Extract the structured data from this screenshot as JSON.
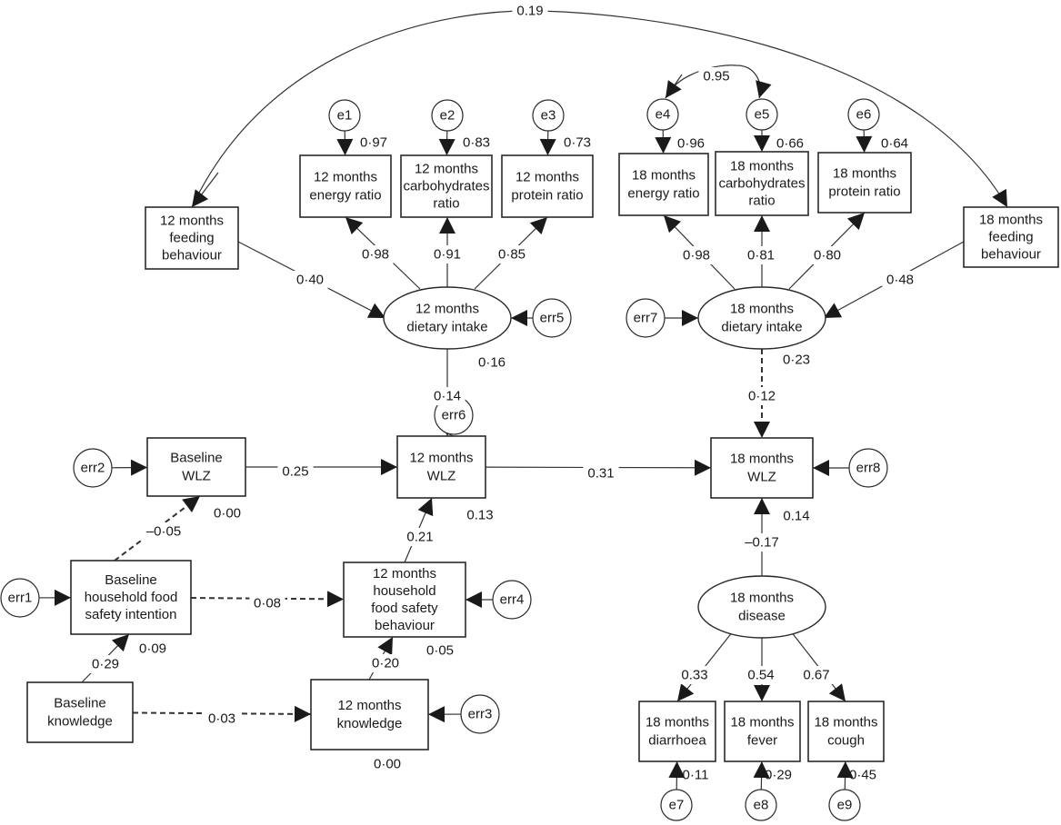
{
  "nodes": [
    {
      "id": "fb12",
      "shape": "box",
      "lines": [
        "12 months",
        "feeding",
        "behaviour"
      ]
    },
    {
      "id": "er12",
      "shape": "box",
      "lines": [
        "12 months",
        "energy ratio"
      ]
    },
    {
      "id": "cr12",
      "shape": "box",
      "lines": [
        "12 months",
        "carbohydrates",
        "ratio"
      ]
    },
    {
      "id": "pr12",
      "shape": "box",
      "lines": [
        "12 months",
        "protein ratio"
      ]
    },
    {
      "id": "er18",
      "shape": "box",
      "lines": [
        "18 months",
        "energy ratio"
      ]
    },
    {
      "id": "cr18",
      "shape": "box",
      "lines": [
        "18 months",
        "carbohydrates",
        "ratio"
      ]
    },
    {
      "id": "pr18",
      "shape": "box",
      "lines": [
        "18 months",
        "protein ratio"
      ]
    },
    {
      "id": "fb18",
      "shape": "box",
      "lines": [
        "18 months",
        "feeding",
        "behaviour"
      ]
    },
    {
      "id": "di12",
      "shape": "ellipse",
      "lines": [
        "12 months",
        "dietary intake"
      ]
    },
    {
      "id": "di18",
      "shape": "ellipse",
      "lines": [
        "18 months",
        "dietary intake"
      ]
    },
    {
      "id": "bwlz",
      "shape": "box",
      "lines": [
        "Baseline",
        "WLZ"
      ]
    },
    {
      "id": "wlz12",
      "shape": "box",
      "lines": [
        "12 months",
        "WLZ"
      ]
    },
    {
      "id": "wlz18",
      "shape": "box",
      "lines": [
        "18 months",
        "WLZ"
      ]
    },
    {
      "id": "bfsi",
      "shape": "box",
      "lines": [
        "Baseline",
        "household food",
        "safety intention"
      ]
    },
    {
      "id": "fsb12",
      "shape": "box",
      "lines": [
        "12 months",
        "household",
        "food safety",
        "behaviour"
      ]
    },
    {
      "id": "bk",
      "shape": "box",
      "lines": [
        "Baseline",
        "knowledge"
      ]
    },
    {
      "id": "k12",
      "shape": "box",
      "lines": [
        "12 months",
        "knowledge"
      ]
    },
    {
      "id": "dis18",
      "shape": "ellipse",
      "lines": [
        "18 months",
        "disease"
      ]
    },
    {
      "id": "dia18",
      "shape": "box",
      "lines": [
        "18 months",
        "diarrhoea"
      ]
    },
    {
      "id": "fev18",
      "shape": "box",
      "lines": [
        "18 months",
        "fever"
      ]
    },
    {
      "id": "cou18",
      "shape": "box",
      "lines": [
        "18 months",
        "cough"
      ]
    },
    {
      "id": "e1",
      "shape": "circle",
      "lines": [
        "e1"
      ]
    },
    {
      "id": "e2",
      "shape": "circle",
      "lines": [
        "e2"
      ]
    },
    {
      "id": "e3",
      "shape": "circle",
      "lines": [
        "e3"
      ]
    },
    {
      "id": "e4",
      "shape": "circle",
      "lines": [
        "e4"
      ]
    },
    {
      "id": "e5",
      "shape": "circle",
      "lines": [
        "e5"
      ]
    },
    {
      "id": "e6",
      "shape": "circle",
      "lines": [
        "e6"
      ]
    },
    {
      "id": "e7",
      "shape": "circle",
      "lines": [
        "e7"
      ]
    },
    {
      "id": "e8",
      "shape": "circle",
      "lines": [
        "e8"
      ]
    },
    {
      "id": "e9",
      "shape": "circle",
      "lines": [
        "e9"
      ]
    },
    {
      "id": "err1",
      "shape": "circle",
      "lines": [
        "err1"
      ]
    },
    {
      "id": "err2",
      "shape": "circle",
      "lines": [
        "err2"
      ]
    },
    {
      "id": "err3",
      "shape": "circle",
      "lines": [
        "err3"
      ]
    },
    {
      "id": "err4",
      "shape": "circle",
      "lines": [
        "err4"
      ]
    },
    {
      "id": "err5",
      "shape": "circle",
      "lines": [
        "err5"
      ]
    },
    {
      "id": "err6",
      "shape": "circle",
      "lines": [
        "err6"
      ]
    },
    {
      "id": "err7",
      "shape": "circle",
      "lines": [
        "err7"
      ]
    },
    {
      "id": "err8",
      "shape": "circle",
      "lines": [
        "err8"
      ]
    }
  ],
  "edges": [
    {
      "from": "fb12",
      "to": "fb18",
      "label": "0.19",
      "style": "solid",
      "type": "covariance"
    },
    {
      "from": "e4",
      "to": "e5",
      "label": "0.95",
      "style": "solid",
      "type": "covariance"
    },
    {
      "from": "e1",
      "to": "er12",
      "label": "0·97",
      "style": "solid"
    },
    {
      "from": "e2",
      "to": "cr12",
      "label": "0·83",
      "style": "solid"
    },
    {
      "from": "e3",
      "to": "pr12",
      "label": "0·73",
      "style": "solid"
    },
    {
      "from": "e4",
      "to": "er18",
      "label": "0·96",
      "style": "solid"
    },
    {
      "from": "e5",
      "to": "cr18",
      "label": "0·66",
      "style": "solid"
    },
    {
      "from": "e6",
      "to": "pr18",
      "label": "0·64",
      "style": "solid"
    },
    {
      "from": "di12",
      "to": "er12",
      "label": "0·98",
      "style": "solid"
    },
    {
      "from": "di12",
      "to": "cr12",
      "label": "0·91",
      "style": "solid"
    },
    {
      "from": "di12",
      "to": "pr12",
      "label": "0·85",
      "style": "solid"
    },
    {
      "from": "di18",
      "to": "er18",
      "label": "0·98",
      "style": "solid"
    },
    {
      "from": "di18",
      "to": "cr18",
      "label": "0·81",
      "style": "solid"
    },
    {
      "from": "di18",
      "to": "pr18",
      "label": "0·80",
      "style": "solid"
    },
    {
      "from": "fb12",
      "to": "di12",
      "label": "0·40",
      "style": "solid"
    },
    {
      "from": "fb18",
      "to": "di18",
      "label": "0·48",
      "style": "solid"
    },
    {
      "from": "err5",
      "to": "di12",
      "label": "",
      "style": "solid"
    },
    {
      "from": "err7",
      "to": "di18",
      "label": "",
      "style": "solid"
    },
    {
      "from": "di12",
      "to": "wlz12",
      "label": "0·14",
      "style": "solid"
    },
    {
      "from": "di18",
      "to": "wlz18",
      "label": "0·12",
      "style": "dashed"
    },
    {
      "from": "err6",
      "to": "wlz12",
      "label": "",
      "style": "solid"
    },
    {
      "from": "err2",
      "to": "bwlz",
      "label": "",
      "style": "solid"
    },
    {
      "from": "bwlz",
      "to": "wlz12",
      "label": "0.25",
      "style": "solid"
    },
    {
      "from": "wlz12",
      "to": "wlz18",
      "label": "0.31",
      "style": "solid"
    },
    {
      "from": "err8",
      "to": "wlz18",
      "label": "",
      "style": "solid"
    },
    {
      "from": "bfsi",
      "to": "bwlz",
      "label": "–0·05",
      "style": "dashed"
    },
    {
      "from": "fsb12",
      "to": "wlz12",
      "label": "0.21",
      "style": "solid"
    },
    {
      "from": "err1",
      "to": "bfsi",
      "label": "",
      "style": "solid"
    },
    {
      "from": "bfsi",
      "to": "fsb12",
      "label": "0·08",
      "style": "dashed"
    },
    {
      "from": "err4",
      "to": "fsb12",
      "label": "",
      "style": "solid"
    },
    {
      "from": "bk",
      "to": "bfsi",
      "label": "0·29",
      "style": "solid"
    },
    {
      "from": "k12",
      "to": "fsb12",
      "label": "0·20",
      "style": "solid"
    },
    {
      "from": "bk",
      "to": "k12",
      "label": "0·03",
      "style": "dashed"
    },
    {
      "from": "err3",
      "to": "k12",
      "label": "",
      "style": "solid"
    },
    {
      "from": "dis18",
      "to": "wlz18",
      "label": "–0.17",
      "style": "solid"
    },
    {
      "from": "dis18",
      "to": "dia18",
      "label": "0.33",
      "style": "solid"
    },
    {
      "from": "dis18",
      "to": "fev18",
      "label": "0.54",
      "style": "solid"
    },
    {
      "from": "dis18",
      "to": "cou18",
      "label": "0.67",
      "style": "solid"
    },
    {
      "from": "e7",
      "to": "dia18",
      "label": "0·11",
      "style": "solid"
    },
    {
      "from": "e8",
      "to": "fev18",
      "label": "0·29",
      "style": "solid"
    },
    {
      "from": "e9",
      "to": "cou18",
      "label": "0·45",
      "style": "solid"
    }
  ],
  "r_squared": [
    {
      "node": "di12",
      "value": "0·16"
    },
    {
      "node": "di18",
      "value": "0·23"
    },
    {
      "node": "bwlz",
      "value": "0·00"
    },
    {
      "node": "wlz12",
      "value": "0.13"
    },
    {
      "node": "wlz18",
      "value": "0.14"
    },
    {
      "node": "bfsi",
      "value": "0·09"
    },
    {
      "node": "fsb12",
      "value": "0·05"
    },
    {
      "node": "k12",
      "value": "0·00"
    }
  ]
}
